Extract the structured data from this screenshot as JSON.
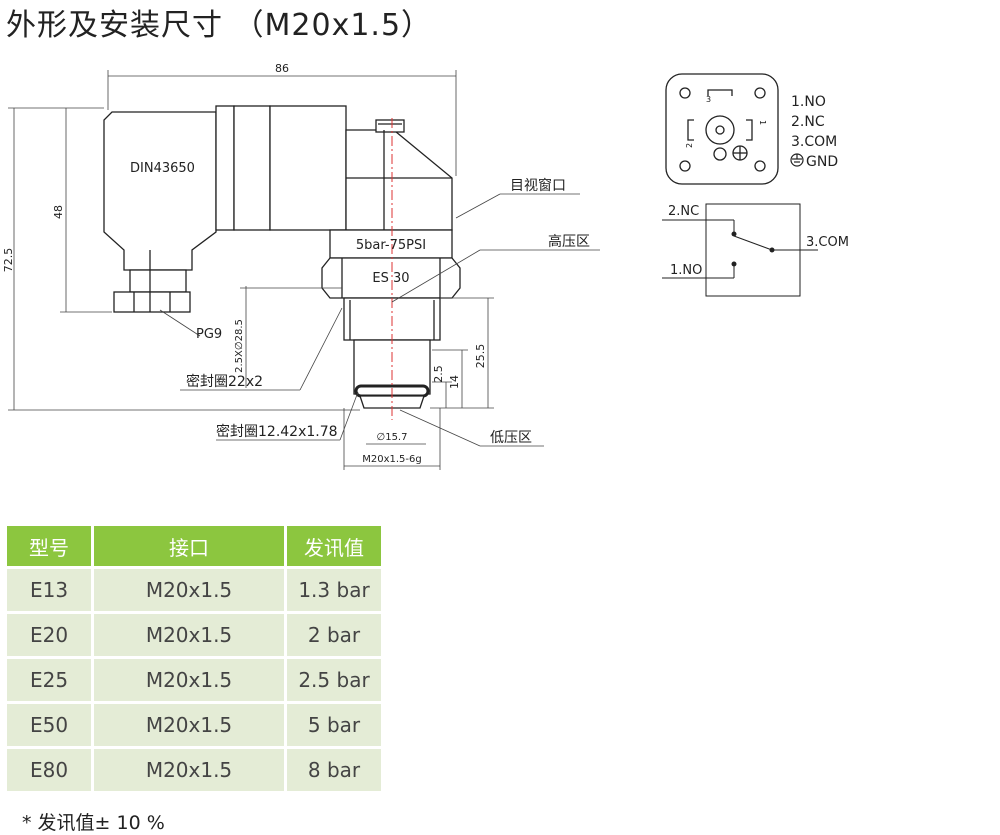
{
  "title": "外形及安装尺寸  （M20x1.5）",
  "drawing": {
    "dim_width": "86",
    "dim_height_total": "72.5",
    "dim_height_plug": "48",
    "connector_standard": "DIN43650",
    "range_label": "5bar-75PSI",
    "model_label": "ES 30",
    "gland_label": "PG9",
    "viewing_window": "目视窗口",
    "high_pressure": "高压区",
    "low_pressure": "低压区",
    "seal_ring_1": "密封圈22x2",
    "seal_ring_2": "密封圈12.42x1.78",
    "dim_seal_1": "2.5X∅28.5",
    "dim_thread_len": "25.5",
    "dim_14": "14",
    "dim_2_5": "2.5",
    "dim_diameter": "∅15.7",
    "dim_thread": "M20x1.5-6g"
  },
  "connector": {
    "pins": [
      "1.NO",
      "2.NC",
      "3.COM",
      "GND"
    ],
    "pin_numbers": [
      "1",
      "2",
      "3"
    ]
  },
  "circuit": {
    "nc": "2.NC",
    "no": "1.NO",
    "com": "3.COM"
  },
  "table": {
    "headers": [
      "型号",
      "接口",
      "发讯值"
    ],
    "rows": [
      [
        "E13",
        "M20x1.5",
        "1.3 bar"
      ],
      [
        "E20",
        "M20x1.5",
        "2 bar"
      ],
      [
        "E25",
        "M20x1.5",
        "2.5 bar"
      ],
      [
        "E50",
        "M20x1.5",
        "5 bar"
      ],
      [
        "E80",
        "M20x1.5",
        "8 bar"
      ]
    ]
  },
  "footnote": "* 发讯值± 10 %"
}
